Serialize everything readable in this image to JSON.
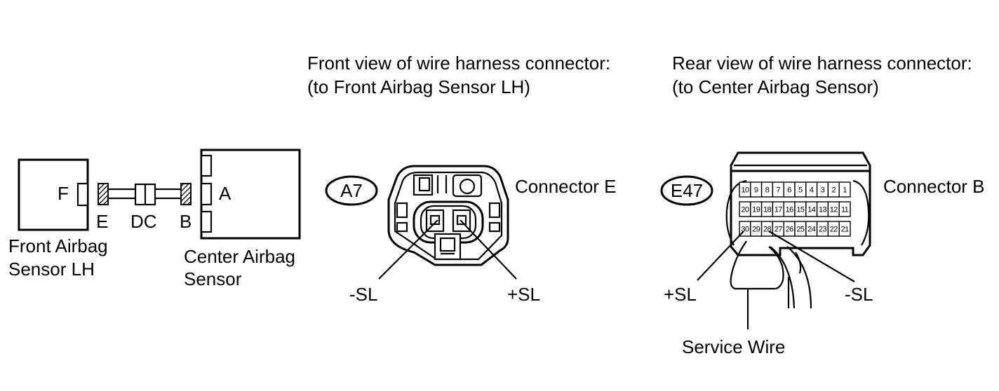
{
  "schematic": {
    "sensor_left_label_1": "Front Airbag",
    "sensor_left_label_2": "Sensor LH",
    "sensor_right_label_1": "Center Airbag",
    "sensor_right_label_2": "Sensor",
    "pin_f": "F",
    "pin_a": "A",
    "conn_e": "E",
    "conn_dc": "DC",
    "conn_b": "B"
  },
  "front_view": {
    "title_line_1": "Front view of wire harness connector:",
    "title_line_2": "(to Front Airbag Sensor LH)",
    "code": "A7",
    "connector_name": "Connector E",
    "minus_label": "-SL",
    "plus_label": "+SL"
  },
  "rear_view": {
    "title_line_1": "Rear view of wire harness connector:",
    "title_line_2": "(to Center Airbag Sensor)",
    "code": "E47",
    "connector_name": "Connector B",
    "plus_label": "+SL",
    "minus_label": "-SL",
    "service_wire_label": "Service Wire",
    "pin_rows": [
      [
        "10",
        "9",
        "8",
        "7",
        "6",
        "5",
        "4",
        "3",
        "2",
        "1"
      ],
      [
        "20",
        "19",
        "18",
        "17",
        "16",
        "15",
        "14",
        "13",
        "12",
        "11"
      ],
      [
        "30",
        "29",
        "28",
        "27",
        "26",
        "25",
        "24",
        "23",
        "22",
        "21"
      ]
    ]
  }
}
